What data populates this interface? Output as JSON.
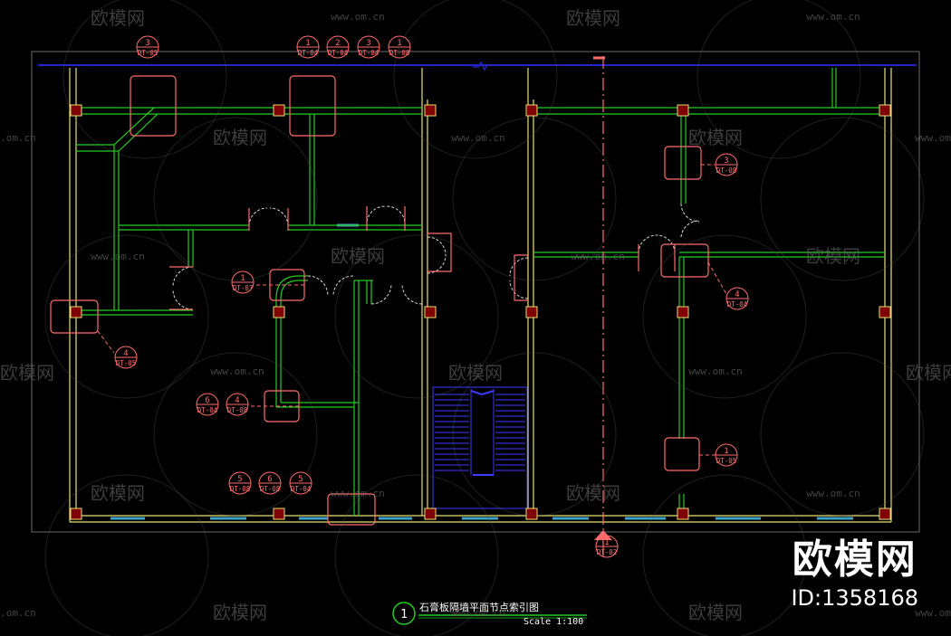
{
  "drawing": {
    "title": "石膏板隔墙平面节点索引图",
    "scale": "Scale 1:100",
    "view_number": "1"
  },
  "watermarks": {
    "logo_text": "欧模网",
    "url_text": "www.om.cn"
  },
  "brand": {
    "name": "欧模网",
    "id": "ID:1358168"
  },
  "callouts": [
    {
      "num": "3",
      "ref": "DT-05"
    },
    {
      "num": "1",
      "ref": "DT-04"
    },
    {
      "num": "2",
      "ref": "DT-04"
    },
    {
      "num": "3",
      "ref": "DT-04"
    },
    {
      "num": "1",
      "ref": "DT-08"
    },
    {
      "num": "3",
      "ref": "DT-08"
    },
    {
      "num": "1",
      "ref": "DT-07"
    },
    {
      "num": "4",
      "ref": "DT-04"
    },
    {
      "num": "4",
      "ref": "DT-05"
    },
    {
      "num": "6",
      "ref": "DT-04"
    },
    {
      "num": "4",
      "ref": "DT-08"
    },
    {
      "num": "1",
      "ref": "DT-05"
    },
    {
      "num": "5",
      "ref": "DT-08"
    },
    {
      "num": "6",
      "ref": "DT-08"
    },
    {
      "num": "5",
      "ref": "DT-04"
    },
    {
      "num": "1",
      "ref": "DT-02"
    }
  ],
  "colors": {
    "background": "#000000",
    "wall_outline": "#e8e070",
    "partition": "#22cc22",
    "column": "#800000",
    "column_stroke": "#e8e070",
    "annotation": "#ff6b6b",
    "axis_line": "#2424c8",
    "stair": "#3a3aff",
    "window": "#3aa0c8"
  }
}
